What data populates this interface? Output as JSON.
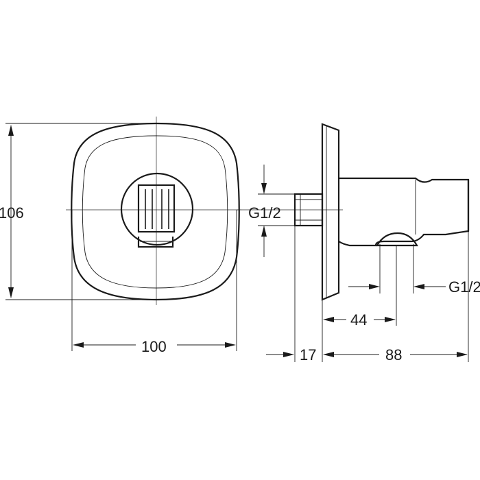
{
  "drawing": {
    "front_view": {
      "height_dim": "106",
      "width_dim": "100"
    },
    "side_view": {
      "inlet_thread": "G1/2",
      "outlet_thread": "G1/2",
      "outlet_offset_dim": "44",
      "wall_thickness_dim": "17",
      "projection_dim": "88"
    }
  }
}
